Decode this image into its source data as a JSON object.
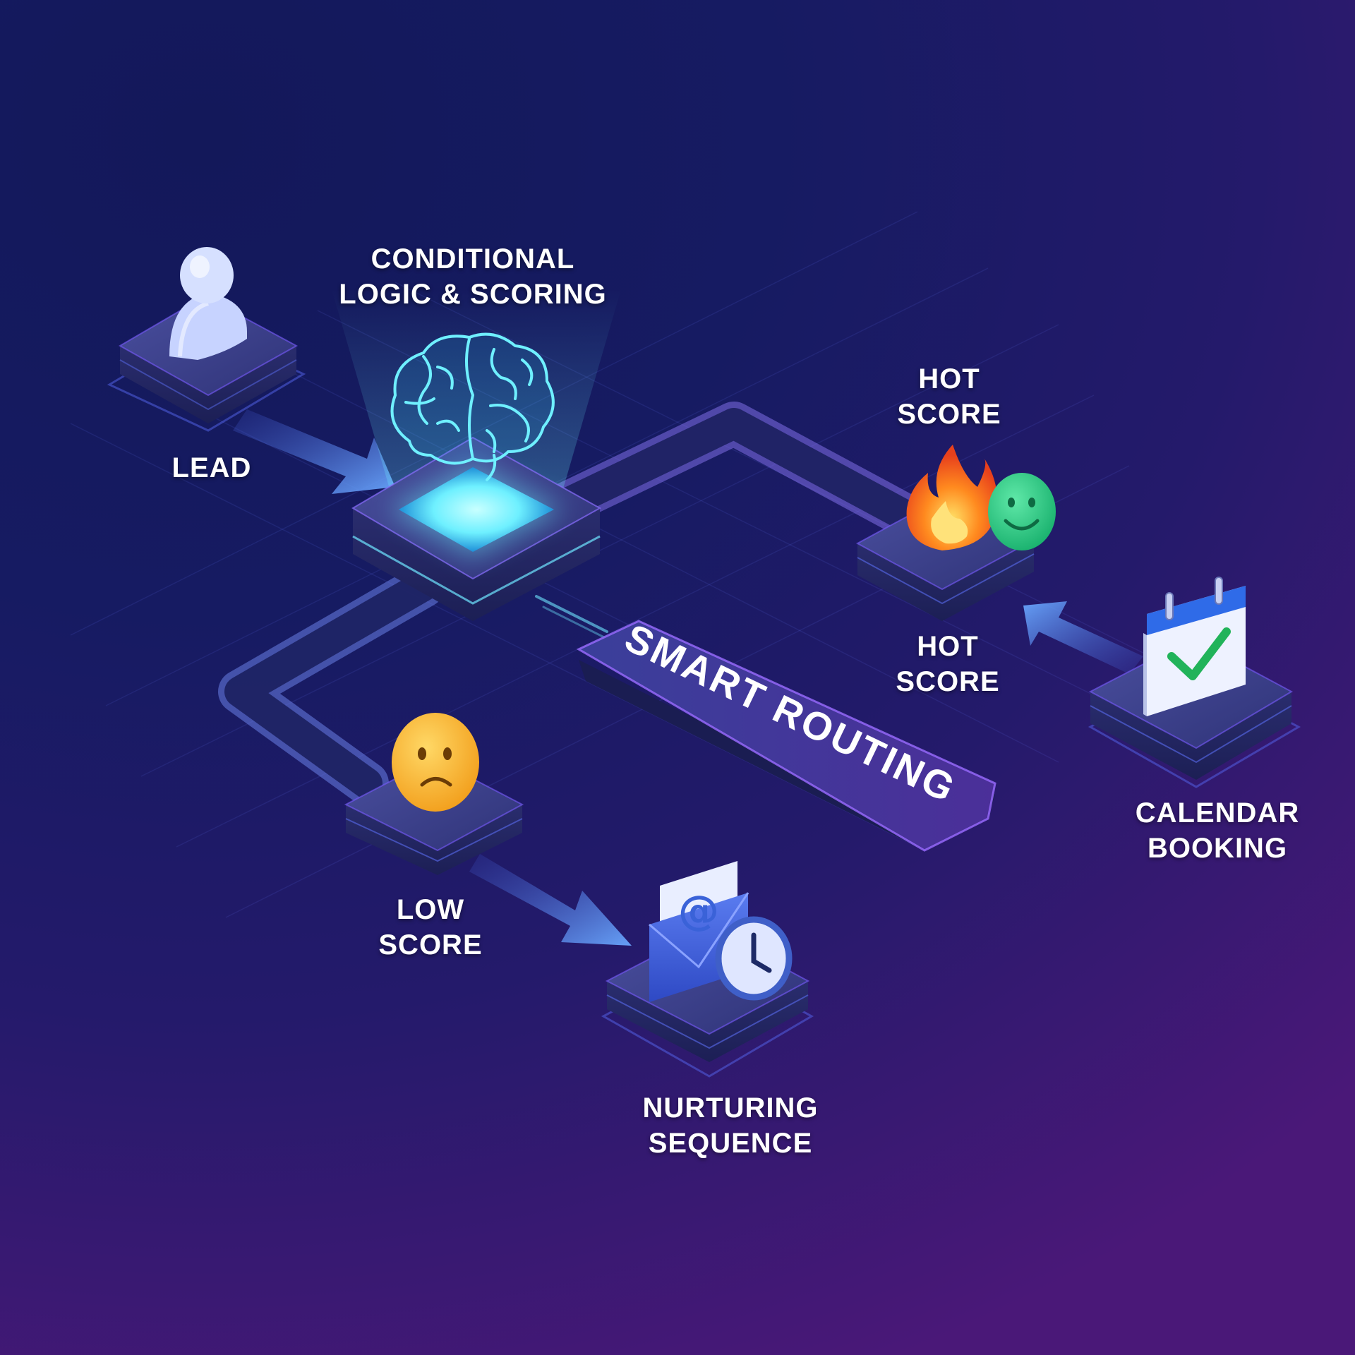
{
  "nodes": {
    "lead": {
      "label": "LEAD"
    },
    "logic": {
      "label_line1": "CONDITIONAL",
      "label_line2": "LOGIC & SCORING"
    },
    "hot_top": {
      "label_line1": "HOT",
      "label_line2": "SCORE"
    },
    "hot_bottom": {
      "label_line1": "HOT",
      "label_line2": "SCORE"
    },
    "low": {
      "label_line1": "LOW",
      "label_line2": "SCORE"
    },
    "calendar": {
      "label_line1": "CALENDAR",
      "label_line2": "BOOKING"
    },
    "nurturing": {
      "label_line1": "NURTURING",
      "label_line2": "SEQUENCE"
    }
  },
  "banner": {
    "text": "SMART ROUTING"
  },
  "icons": [
    "person-icon",
    "brain-icon",
    "fire-icon",
    "smiley-icon",
    "sad-face-icon",
    "calendar-check-icon",
    "email-at-icon",
    "clock-icon"
  ],
  "colors": {
    "cyan_glow": "#5ff0ff",
    "violet_accent": "#8a4dff",
    "platform": "#3b3f86",
    "fire": "#ff6a1a",
    "smile": "#2ed38a",
    "sad": "#f7b733"
  }
}
